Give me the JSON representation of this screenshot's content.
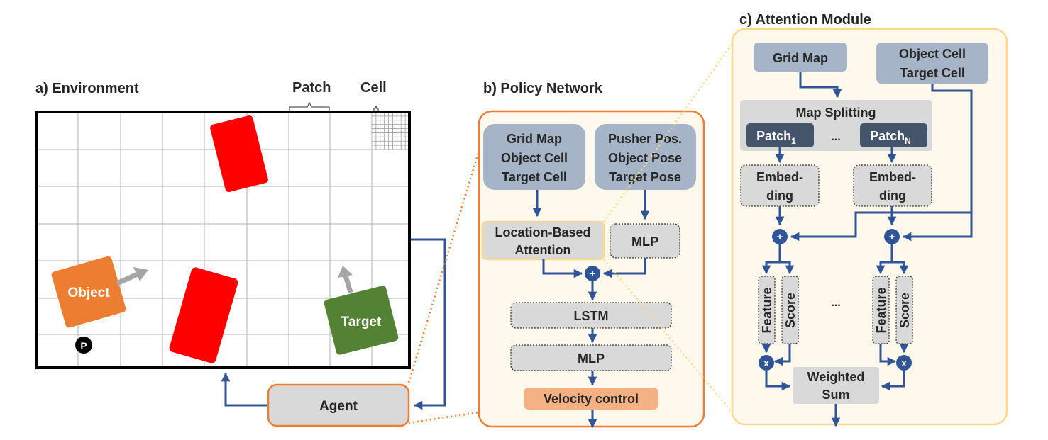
{
  "titles": {
    "environment": "a) Environment",
    "policy": "b) Policy Network",
    "attention": "c) Attention Module"
  },
  "environment": {
    "patch_label": "Patch",
    "cell_label": "Cell",
    "object_label": "Object",
    "target_label": "Target",
    "pusher_label": "P"
  },
  "agent": {
    "label": "Agent"
  },
  "policy": {
    "input1": [
      "Grid Map",
      "Object Cell",
      "Target Cell"
    ],
    "input2": [
      "Pusher Pos.",
      "Object Pose",
      "Target Pose"
    ],
    "attention": [
      "Location-Based",
      "Attention"
    ],
    "mlp1": "MLP",
    "sum": "+",
    "lstm": "LSTM",
    "mlp2": "MLP",
    "velocity": "Velocity control"
  },
  "attention_module": {
    "grid_map": "Grid Map",
    "cells": [
      "Object Cell",
      "Target Cell"
    ],
    "map_splitting": "Map Splitting",
    "patch1": "Patch",
    "patch1_sub": "1",
    "ellipsis": "...",
    "patchN": "Patch",
    "patchN_sub": "N",
    "embedding": [
      "Embed-",
      "ding"
    ],
    "plus": "+",
    "feature": "Feature",
    "score": "Score",
    "mult": "x",
    "weighted_sum": [
      "Weighted",
      "Sum"
    ],
    "ellipsis_mid": "..."
  },
  "colors": {
    "arrow": "#2f5597",
    "orange": "#ed7d31",
    "obstacle": "#ff0000",
    "target": "#548235",
    "input_box": "#a6b4c8",
    "gray_box": "#d9d9d9",
    "patch_box": "#44546a",
    "velocity": "#f4b183",
    "attn_panel": "#fff8ec",
    "attn_border": "#ffd98a"
  }
}
